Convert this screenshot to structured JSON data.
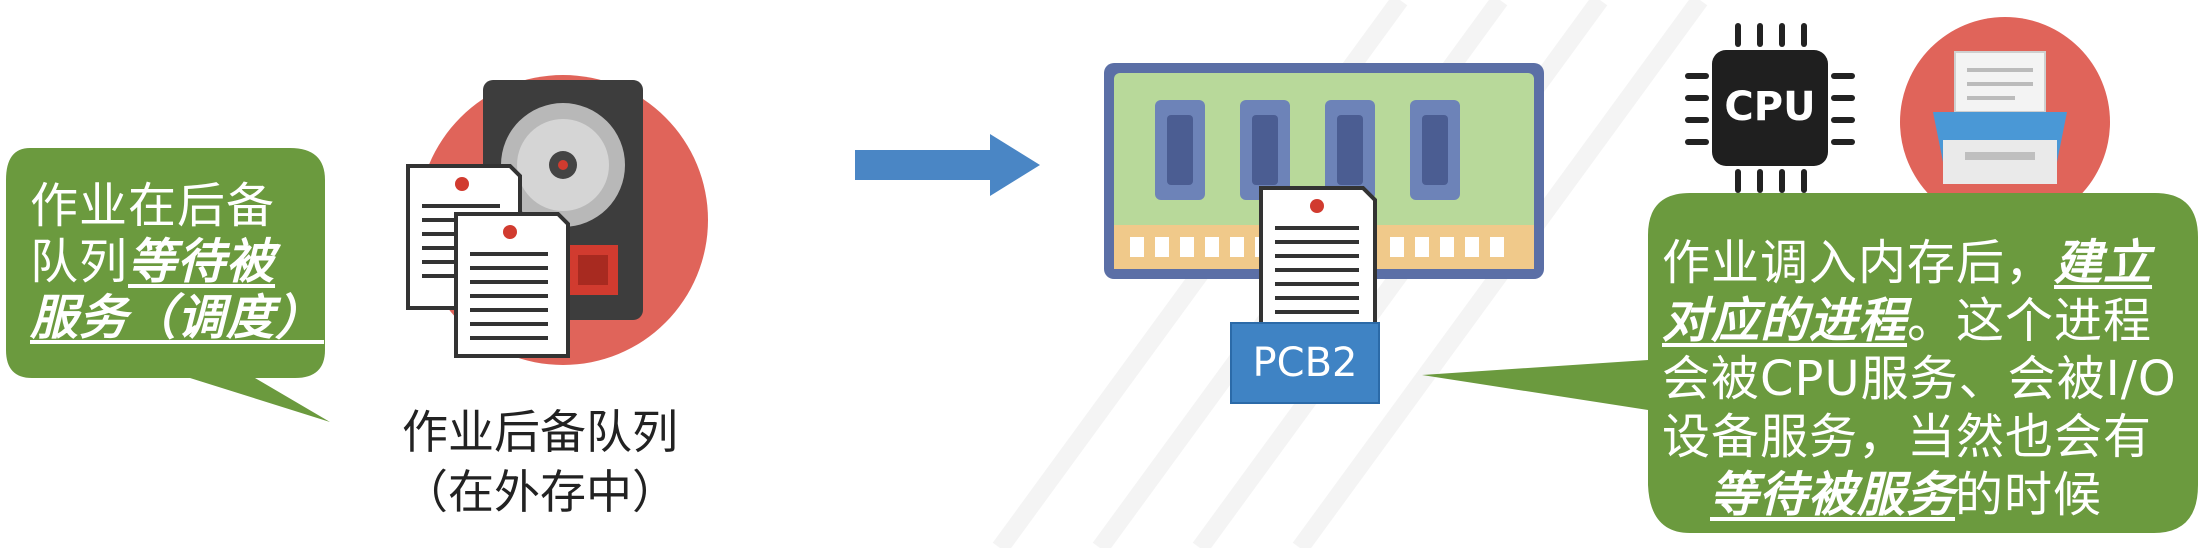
{
  "left_bubble": {
    "line1": "作业在后备",
    "line2_prefix": "队列",
    "line2_emph": "等待被",
    "line3_emph": "服务（调度）"
  },
  "queue_caption": {
    "line1": "作业后备队列",
    "line2": "（在外存中）"
  },
  "pcb_label": "PCB2",
  "cpu_label": "CPU",
  "right_bubble": {
    "line1_plain": "作业调入内存后，",
    "line1_emph": "建立",
    "line2_emph": "对应的进程",
    "line2_plain": "。这个进程",
    "line3": "会被CPU服务、会被I/O",
    "line4": "设备服务，当然也会有",
    "line5_emph": "等待被服务",
    "line5_plain": "的时候"
  },
  "colors": {
    "bubble_green": "#6b9a3e",
    "arrow_blue": "#4a86c5",
    "disk_red": "#e0645a",
    "ram_green": "#b8d99a",
    "pcb_blue": "#3f83c4"
  }
}
